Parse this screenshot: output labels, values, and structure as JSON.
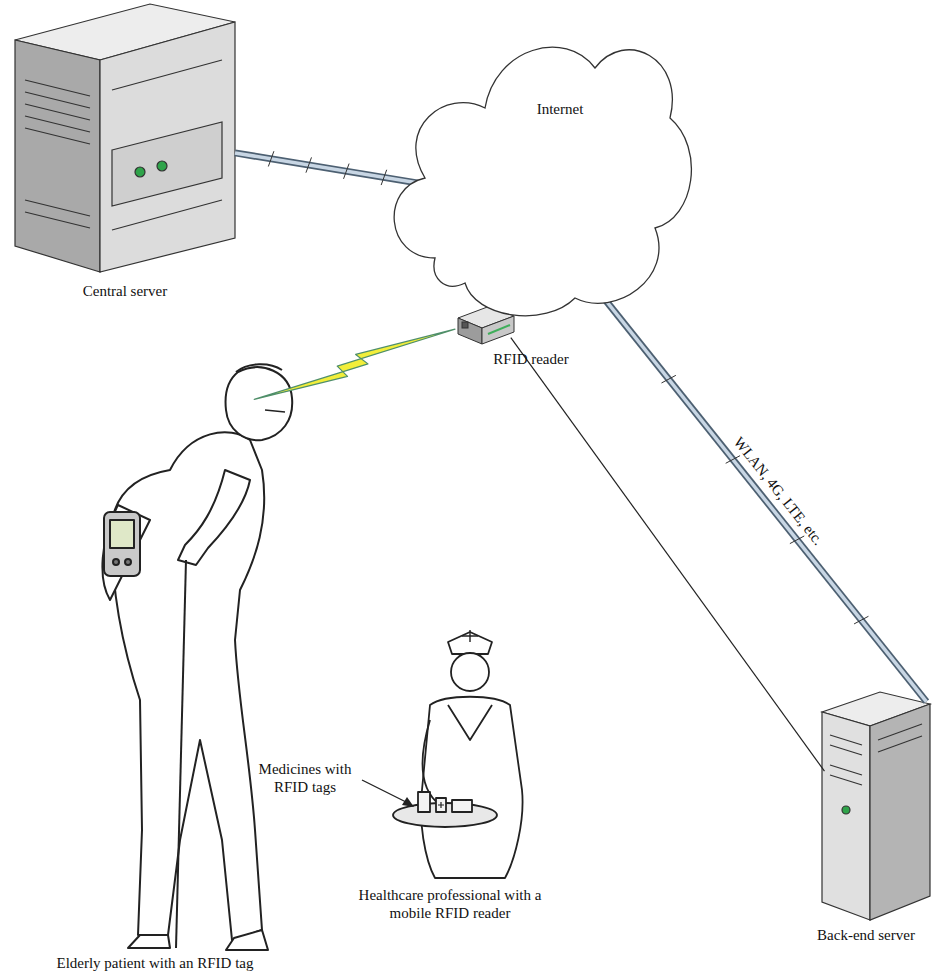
{
  "diagram": {
    "nodes": [
      {
        "text": [
          "Central server"
        ]
      },
      {
        "text": [
          "Internet"
        ]
      },
      {
        "text": [
          "RFID reader"
        ]
      },
      {
        "text": [
          "Back-end server"
        ]
      },
      {
        "text": [
          "Elderly patient with an RFID tag"
        ]
      },
      {
        "text": [
          "Healthcare professional with a mobile RFID reader"
        ]
      }
    ],
    "edges": [
      {
        "from": 0,
        "to": 1,
        "arrow": "none"
      },
      {
        "from": 1,
        "to": 3,
        "label": "WLAN, 4G, LTE, etc.",
        "arrow": "none"
      },
      {
        "from": 2,
        "to": 3,
        "arrow": "none"
      },
      {
        "from": 4,
        "to": 2,
        "arrow": "none"
      }
    ],
    "labels": [
      "Medicines with RFID tags"
    ]
  }
}
